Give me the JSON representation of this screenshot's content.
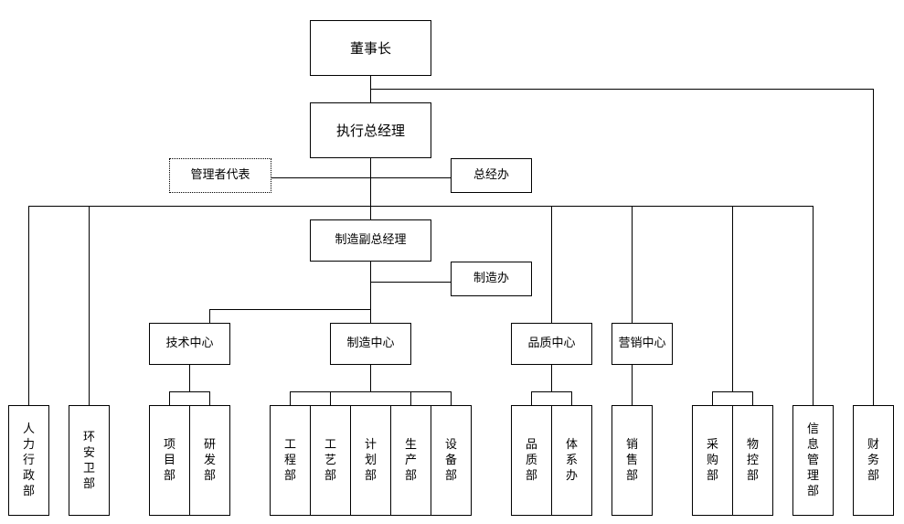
{
  "nodes": {
    "chairman": "董事长",
    "ceo": "执行总经理",
    "mgmt_rep": "管理者代表",
    "gm_office": "总经办",
    "mfg_vp": "制造副总经理",
    "mfg_office": "制造办",
    "tech_center": "技术中心",
    "mfg_center": "制造中心",
    "quality_center": "品质中心",
    "sales_center": "营销中心",
    "hr": "人力行政部",
    "env_safety": "环安卫部",
    "project": "项目部",
    "rnd": "研发部",
    "engineering": "工程部",
    "process": "工艺部",
    "planning": "计划部",
    "production": "生产部",
    "equipment": "设备部",
    "quality_dept": "品质部",
    "system_office": "体系办",
    "sales_dept": "销售部",
    "purchasing": "采购部",
    "material_ctrl": "物控部",
    "info_mgmt": "信息管理部",
    "finance": "财务部"
  }
}
